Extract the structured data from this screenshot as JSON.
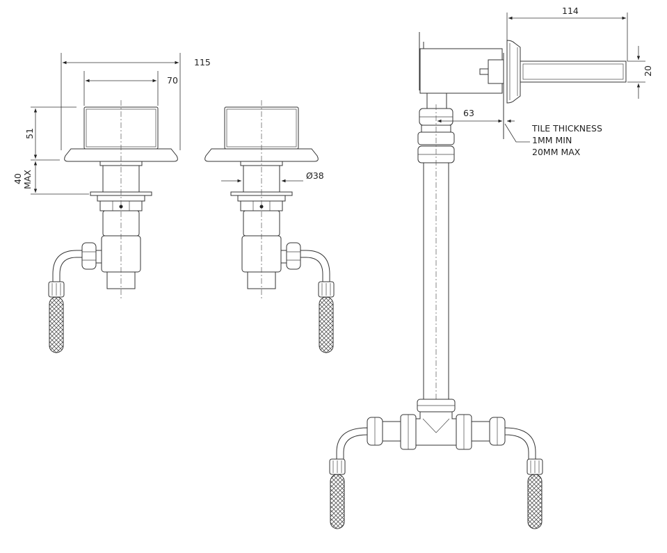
{
  "dimensions": {
    "front_overall_width": "115",
    "front_handle_width": "70",
    "handle_height": "51",
    "mount_max_line1": "40",
    "mount_max_line2": "MAX",
    "diameter": "Ø38",
    "side_depth": "114",
    "side_spout_height": "20",
    "side_offset": "63"
  },
  "notes": {
    "tile_line1": "TILE THICKNESS",
    "tile_line2": "1MM MIN",
    "tile_line3": "20MM MAX"
  }
}
